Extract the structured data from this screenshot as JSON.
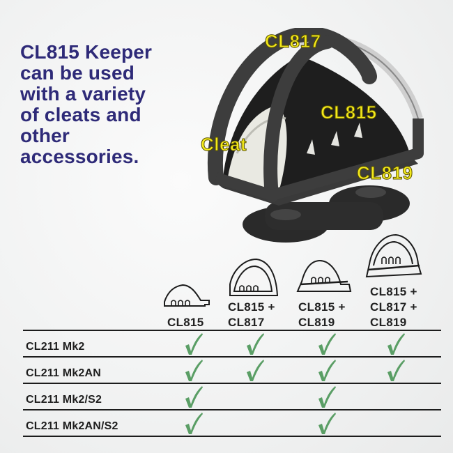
{
  "headline": {
    "lines": [
      "CL815 Keeper",
      "can be used",
      "with a variety",
      "of cleats and",
      "other",
      "accessories."
    ]
  },
  "product_image": {
    "callouts": [
      "CL817",
      "CL815",
      "Cleat",
      "CL819"
    ],
    "callout_color": "#f3e91c"
  },
  "table": {
    "columns": [
      {
        "icon": "cl815-icon",
        "label_lines": [
          "CL815"
        ]
      },
      {
        "icon": "cl815-cl817-icon",
        "label_lines": [
          "CL815 +",
          "CL817"
        ]
      },
      {
        "icon": "cl815-cl819-icon",
        "label_lines": [
          "CL815 +",
          "CL819"
        ]
      },
      {
        "icon": "cl815-cl817-cl819-icon",
        "label_lines": [
          "CL815 +",
          "CL817 +",
          "CL819"
        ]
      }
    ],
    "rows": [
      {
        "label": "CL211 Mk2",
        "compatible": [
          true,
          true,
          true,
          true
        ]
      },
      {
        "label": "CL211 Mk2AN",
        "compatible": [
          true,
          true,
          true,
          true
        ]
      },
      {
        "label": "CL211 Mk2/S2",
        "compatible": [
          true,
          false,
          true,
          false
        ]
      },
      {
        "label": "CL211 Mk2AN/S2",
        "compatible": [
          true,
          false,
          true,
          false
        ]
      }
    ],
    "check_color": "#5a9e65",
    "heading_color": "#2e2a78"
  }
}
